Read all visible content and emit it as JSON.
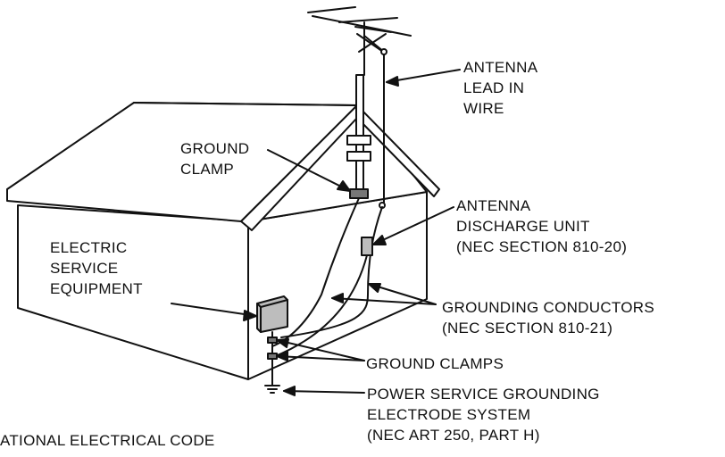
{
  "labels": {
    "antenna_lead_in_wire": [
      "ANTENNA",
      "LEAD IN",
      "WIRE"
    ],
    "ground_clamp": [
      "GROUND",
      "CLAMP"
    ],
    "antenna_discharge_unit": [
      "ANTENNA",
      "DISCHARGE UNIT",
      "(NEC SECTION 810-20)"
    ],
    "electric_service_equipment": [
      "ELECTRIC",
      "SERVICE",
      "EQUIPMENT"
    ],
    "grounding_conductors": [
      "GROUNDING CONDUCTORS",
      "(NEC SECTION 810-21)"
    ],
    "ground_clamps": [
      "GROUND CLAMPS"
    ],
    "power_service_grounding": [
      "POWER SERVICE GROUNDING",
      "ELECTRODE SYSTEM",
      "(NEC ART 250, PART H)"
    ],
    "footer": "ATIONAL ELECTRICAL CODE"
  },
  "colors": {
    "line": "#111111",
    "fill": "#ffffff",
    "component": "#bdbdbd"
  }
}
